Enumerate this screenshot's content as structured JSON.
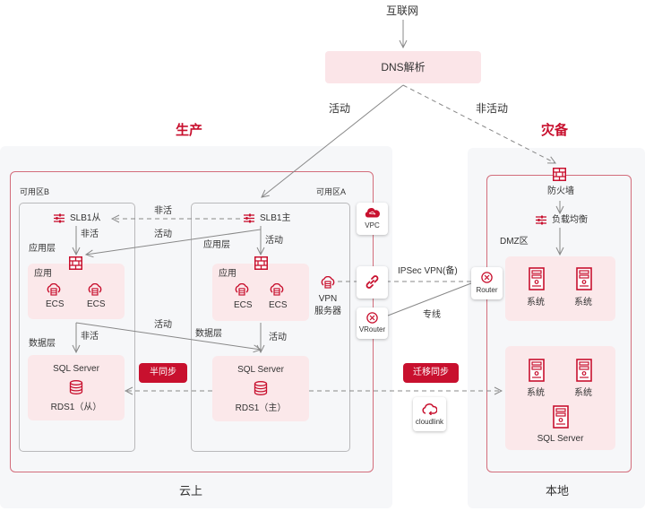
{
  "top": {
    "internet": "互联网",
    "dns": "DNS解析",
    "active": "活动",
    "inactive": "非活动"
  },
  "production": {
    "title": "生产",
    "footer": "云上",
    "zone_b": {
      "label": "可用区B",
      "slb": "SLB1从",
      "slb_to_fw": "非活",
      "app_layer": "应用层",
      "app_box_title": "应用",
      "ecs": [
        "ECS",
        "ECS"
      ],
      "data_layer": "数据层",
      "app_to_db": "非活",
      "db_title": "SQL Server",
      "db_name": "RDS1（从）"
    },
    "zone_a": {
      "label": "可用区A",
      "slb": "SLB1主",
      "slb_to_fw": "活动",
      "app_layer": "应用层",
      "app_box_title": "应用",
      "ecs": [
        "ECS",
        "ECS"
      ],
      "data_layer": "数据层",
      "app_to_db": "活动",
      "db_title": "SQL Server",
      "db_name": "RDS1（主）",
      "vpn_server": [
        "VPN",
        "服务器"
      ]
    },
    "cross_labels": {
      "slb_inactive": "非活",
      "slb_active": "活动",
      "app_active": "活动"
    },
    "semi_sync": "半同步",
    "vpc": "VPC",
    "vrouter": "VRouter"
  },
  "links": {
    "ipsec": "IPSec VPN(备)",
    "dedicated": "专线",
    "migrate_sync": "迁移同步",
    "cloudlink": "cloudlink",
    "router": "Router"
  },
  "dr": {
    "title": "灾备",
    "footer": "本地",
    "firewall": "防火墙",
    "lb": "负载均衡",
    "dmz": "DMZ区",
    "dmz_systems": [
      "系统",
      "系统"
    ],
    "db_systems": [
      "系统",
      "系统"
    ],
    "db_server": "SQL Server"
  },
  "colors": {
    "accent": "#c8102e",
    "panel": "#f6f7f9",
    "pink": "#fbe8ea",
    "red_border": "#d36d7b",
    "gray_border": "#b9b9bb",
    "line": "#888888"
  }
}
